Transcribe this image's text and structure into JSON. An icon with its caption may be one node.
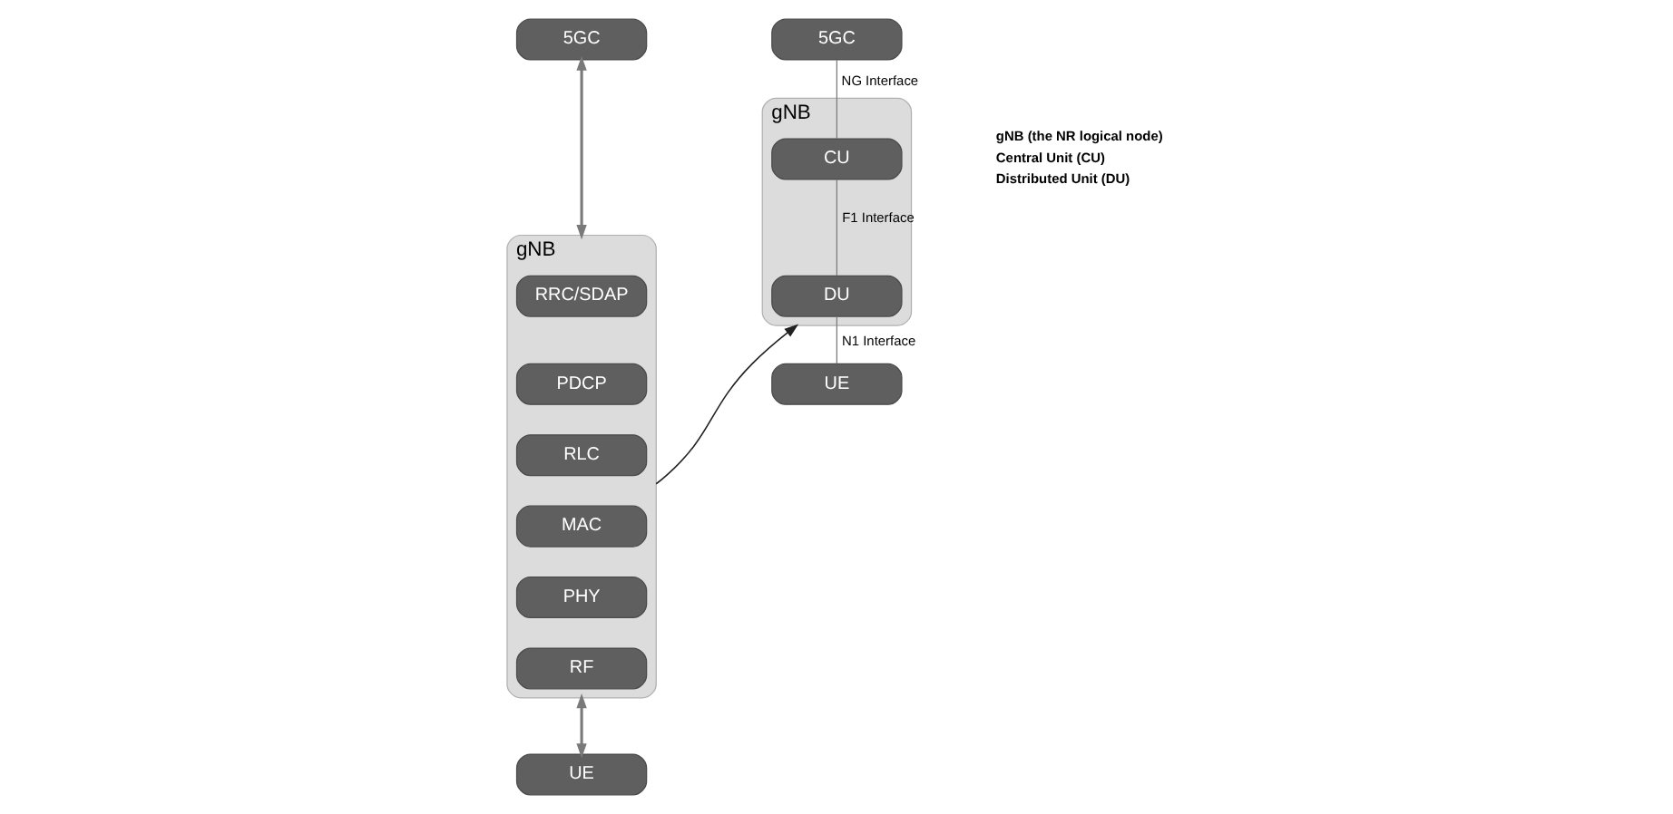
{
  "diagram": {
    "nodes": [
      {
        "text": [
          "5GC"
        ]
      },
      {
        "text": [
          "gNB"
        ]
      },
      {
        "text": [
          "RRC/SDAP"
        ],
        "in": 1
      },
      {
        "text": [
          "PDCP"
        ],
        "in": 1
      },
      {
        "text": [
          "RLC"
        ],
        "in": 1
      },
      {
        "text": [
          "MAC"
        ],
        "in": 1
      },
      {
        "text": [
          "PHY"
        ],
        "in": 1
      },
      {
        "text": [
          "RF"
        ],
        "in": 1
      },
      {
        "text": [
          "UE"
        ]
      },
      {
        "text": [
          "5GC"
        ]
      },
      {
        "text": [
          "gNB"
        ]
      },
      {
        "text": [
          "CU"
        ],
        "in": 10
      },
      {
        "text": [
          "DU"
        ],
        "in": 10
      },
      {
        "text": [
          "UE"
        ]
      }
    ],
    "edges": [
      {
        "from": 0,
        "to": 1,
        "arrow": "both"
      },
      {
        "from": 1,
        "to": 8,
        "arrow": "both"
      },
      {
        "from": 1,
        "to": 10,
        "arrow": "to"
      },
      {
        "from": 9,
        "to": 11,
        "arrow": "none",
        "label": "NG Interface"
      },
      {
        "from": 11,
        "to": 12,
        "arrow": "none",
        "label": "F1 Interface"
      },
      {
        "from": 12,
        "to": 13,
        "arrow": "none",
        "label": "N1 Interface"
      }
    ],
    "labels": [
      "gNB (the NR logical node)",
      "Central Unit (CU)",
      "Distributed Unit (DU)"
    ]
  }
}
